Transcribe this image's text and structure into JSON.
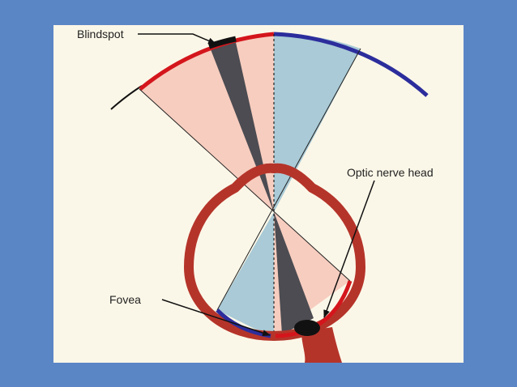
{
  "diagram": {
    "labels": {
      "blindspot": "Blindspot",
      "optic_nerve_head": "Optic nerve head",
      "fovea": "Fovea"
    },
    "colors": {
      "background": "#5b86c6",
      "panel": "#fbf7e8",
      "temporal_field": "#f7cdbf",
      "nasal_field": "#a9cad6",
      "blindspot_cone": "#4c4c52",
      "eyeball": "#b5342a",
      "temporal_retina": "#d4161c",
      "nasal_retina": "#2c2d9c"
    }
  }
}
